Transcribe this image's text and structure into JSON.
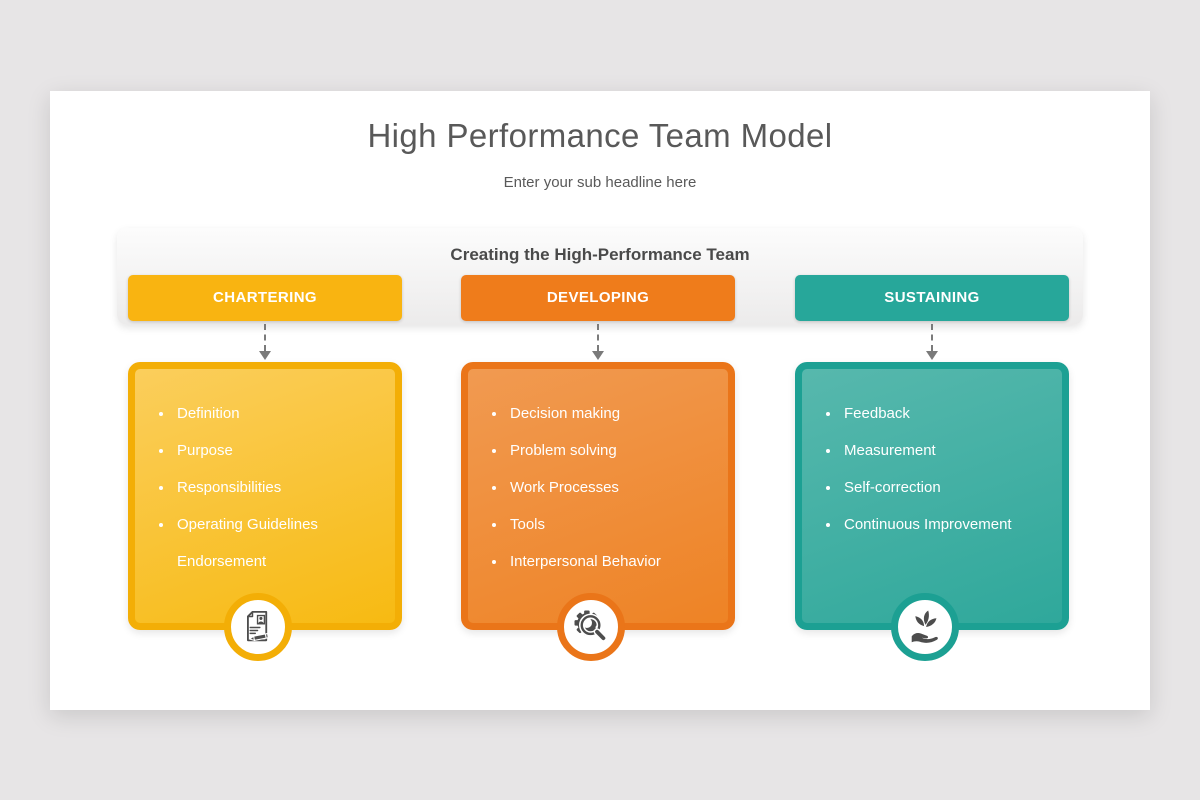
{
  "page": {
    "background": "#E7E5E6"
  },
  "slide": {
    "title": "High Performance Team Model",
    "subtitle": "Enter your sub headline here",
    "background": "#FFFFFF"
  },
  "banner": {
    "heading": "Creating the High-Performance Team"
  },
  "arrow_color": "#7A7A7A",
  "icon_color": "#4D4D4D",
  "columns": [
    {
      "id": "chartering",
      "label": "CHARTERING",
      "icon": "document-pencil-icon",
      "items": [
        {
          "text": "Definition",
          "bullet": true
        },
        {
          "text": "Purpose",
          "bullet": true
        },
        {
          "text": "Responsibilities",
          "bullet": true
        },
        {
          "text": "Operating Guidelines",
          "bullet": true
        },
        {
          "text": "Endorsement",
          "bullet": false
        }
      ],
      "colors": {
        "button": "#F9B411",
        "card_border": "#F3AE06",
        "card_gradient_top": "#FBCE5C",
        "card_gradient_bottom": "#F7BA12"
      }
    },
    {
      "id": "developing",
      "label": "DEVELOPING",
      "icon": "gear-magnifier-icon",
      "items": [
        {
          "text": "Decision making",
          "bullet": true
        },
        {
          "text": "Problem solving",
          "bullet": true
        },
        {
          "text": "Work Processes",
          "bullet": true
        },
        {
          "text": "Tools",
          "bullet": true
        },
        {
          "text": "Interpersonal Behavior",
          "bullet": true
        }
      ],
      "colors": {
        "button": "#EF7C1B",
        "card_border": "#EA7519",
        "card_gradient_top": "#F19A51",
        "card_gradient_bottom": "#EE8325"
      }
    },
    {
      "id": "sustaining",
      "label": "SUSTAINING",
      "icon": "sprout-hand-icon",
      "items": [
        {
          "text": "Feedback",
          "bullet": true
        },
        {
          "text": "Measurement",
          "bullet": true
        },
        {
          "text": "Self-correction",
          "bullet": true
        },
        {
          "text": "Continuous Improvement",
          "bullet": true
        }
      ],
      "colors": {
        "button": "#27A79A",
        "card_border": "#1CA093",
        "card_gradient_top": "#57B8AD",
        "card_gradient_bottom": "#2FA89B"
      }
    }
  ]
}
